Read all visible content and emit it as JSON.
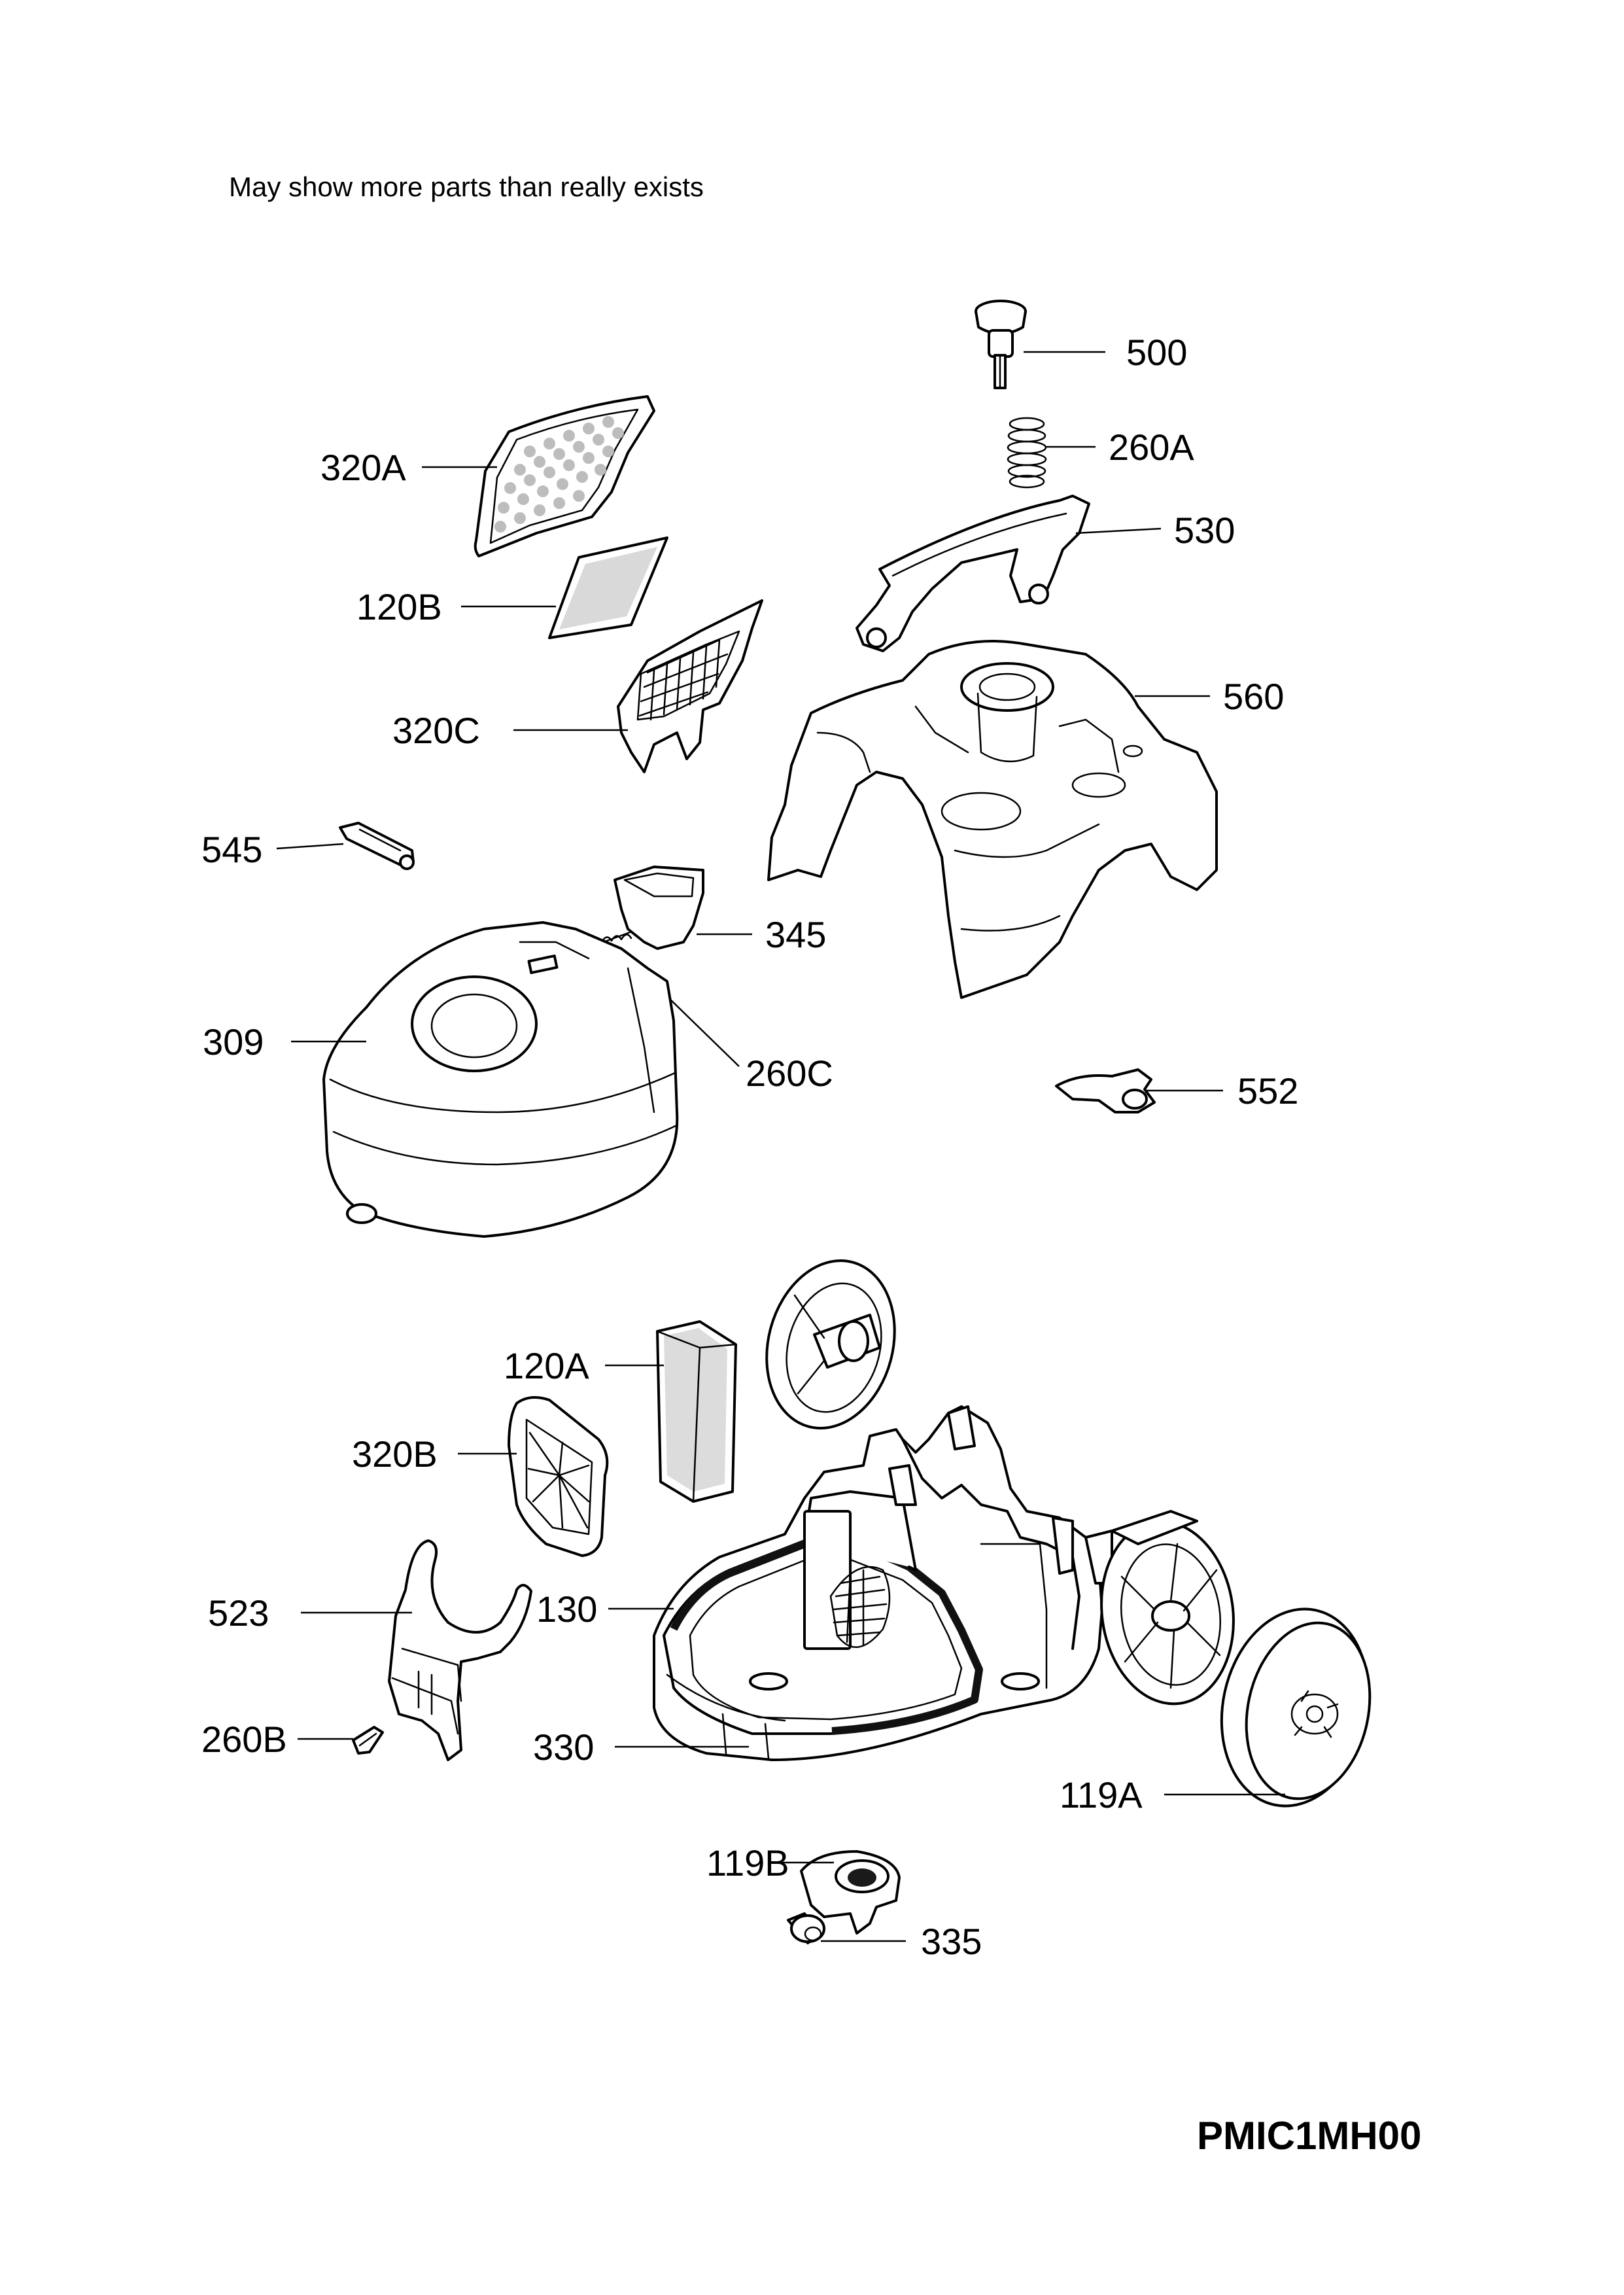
{
  "note": "May show more parts than really exists",
  "diagram_code": "PMIC1MH00",
  "parts": {
    "p500": "500",
    "p260A": "260A",
    "p320A": "320A",
    "p530": "530",
    "p120B": "120B",
    "p560": "560",
    "p320C": "320C",
    "p545": "545",
    "p345": "345",
    "p309": "309",
    "p260C": "260C",
    "p552": "552",
    "p120A": "120A",
    "p320B": "320B",
    "p523": "523",
    "p130": "130",
    "p260B": "260B",
    "p330": "330",
    "p119A": "119A",
    "p119B": "119B",
    "p335": "335"
  }
}
